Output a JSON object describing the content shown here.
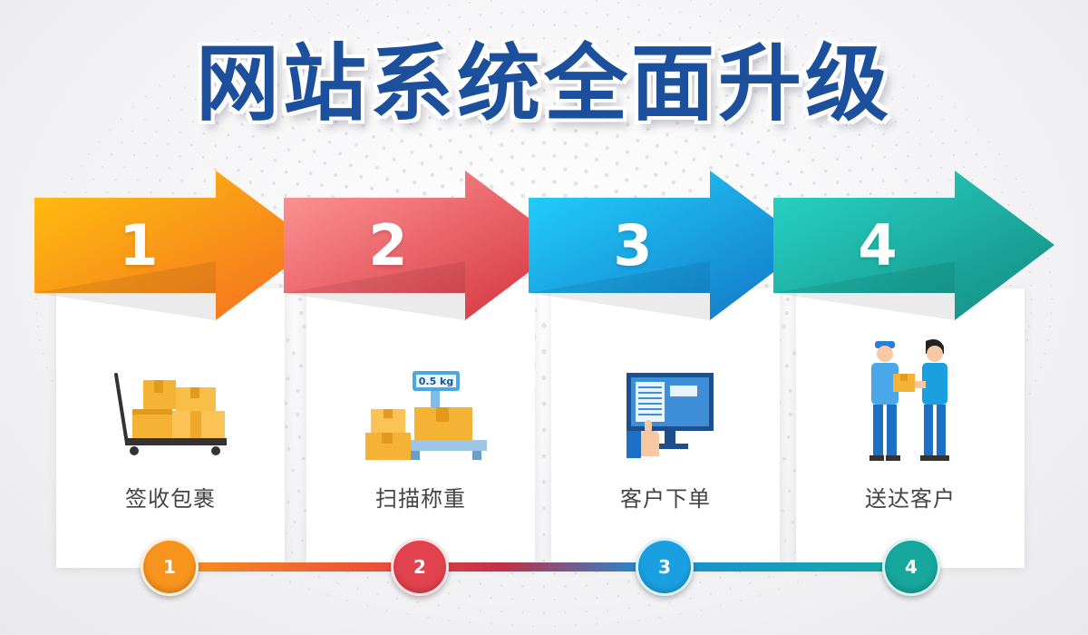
{
  "title": "网站系统全面升级",
  "steps": [
    {
      "number": "1",
      "label": "签收包裹",
      "icon": "cart-boxes-icon",
      "color_from": "#ffc20e",
      "color_to": "#f36c21"
    },
    {
      "number": "2",
      "label": "扫描称重",
      "icon": "scale-weigh-icon",
      "color_from": "#ff9a9a",
      "color_to": "#d32f3a",
      "scale_reading": "0.5 kg"
    },
    {
      "number": "3",
      "label": "客户下单",
      "icon": "monitor-order-icon",
      "color_from": "#22d4ff",
      "color_to": "#1272c4"
    },
    {
      "number": "4",
      "label": "送达客户",
      "icon": "handover-icon",
      "color_from": "#29d6c8",
      "color_to": "#138a80"
    }
  ],
  "timeline": {
    "nodes": [
      {
        "label": "1",
        "color": "#f7941d"
      },
      {
        "label": "2",
        "color": "#e2424d"
      },
      {
        "label": "3",
        "color": "#1aa0e0"
      },
      {
        "label": "4",
        "color": "#17a79d"
      }
    ]
  }
}
